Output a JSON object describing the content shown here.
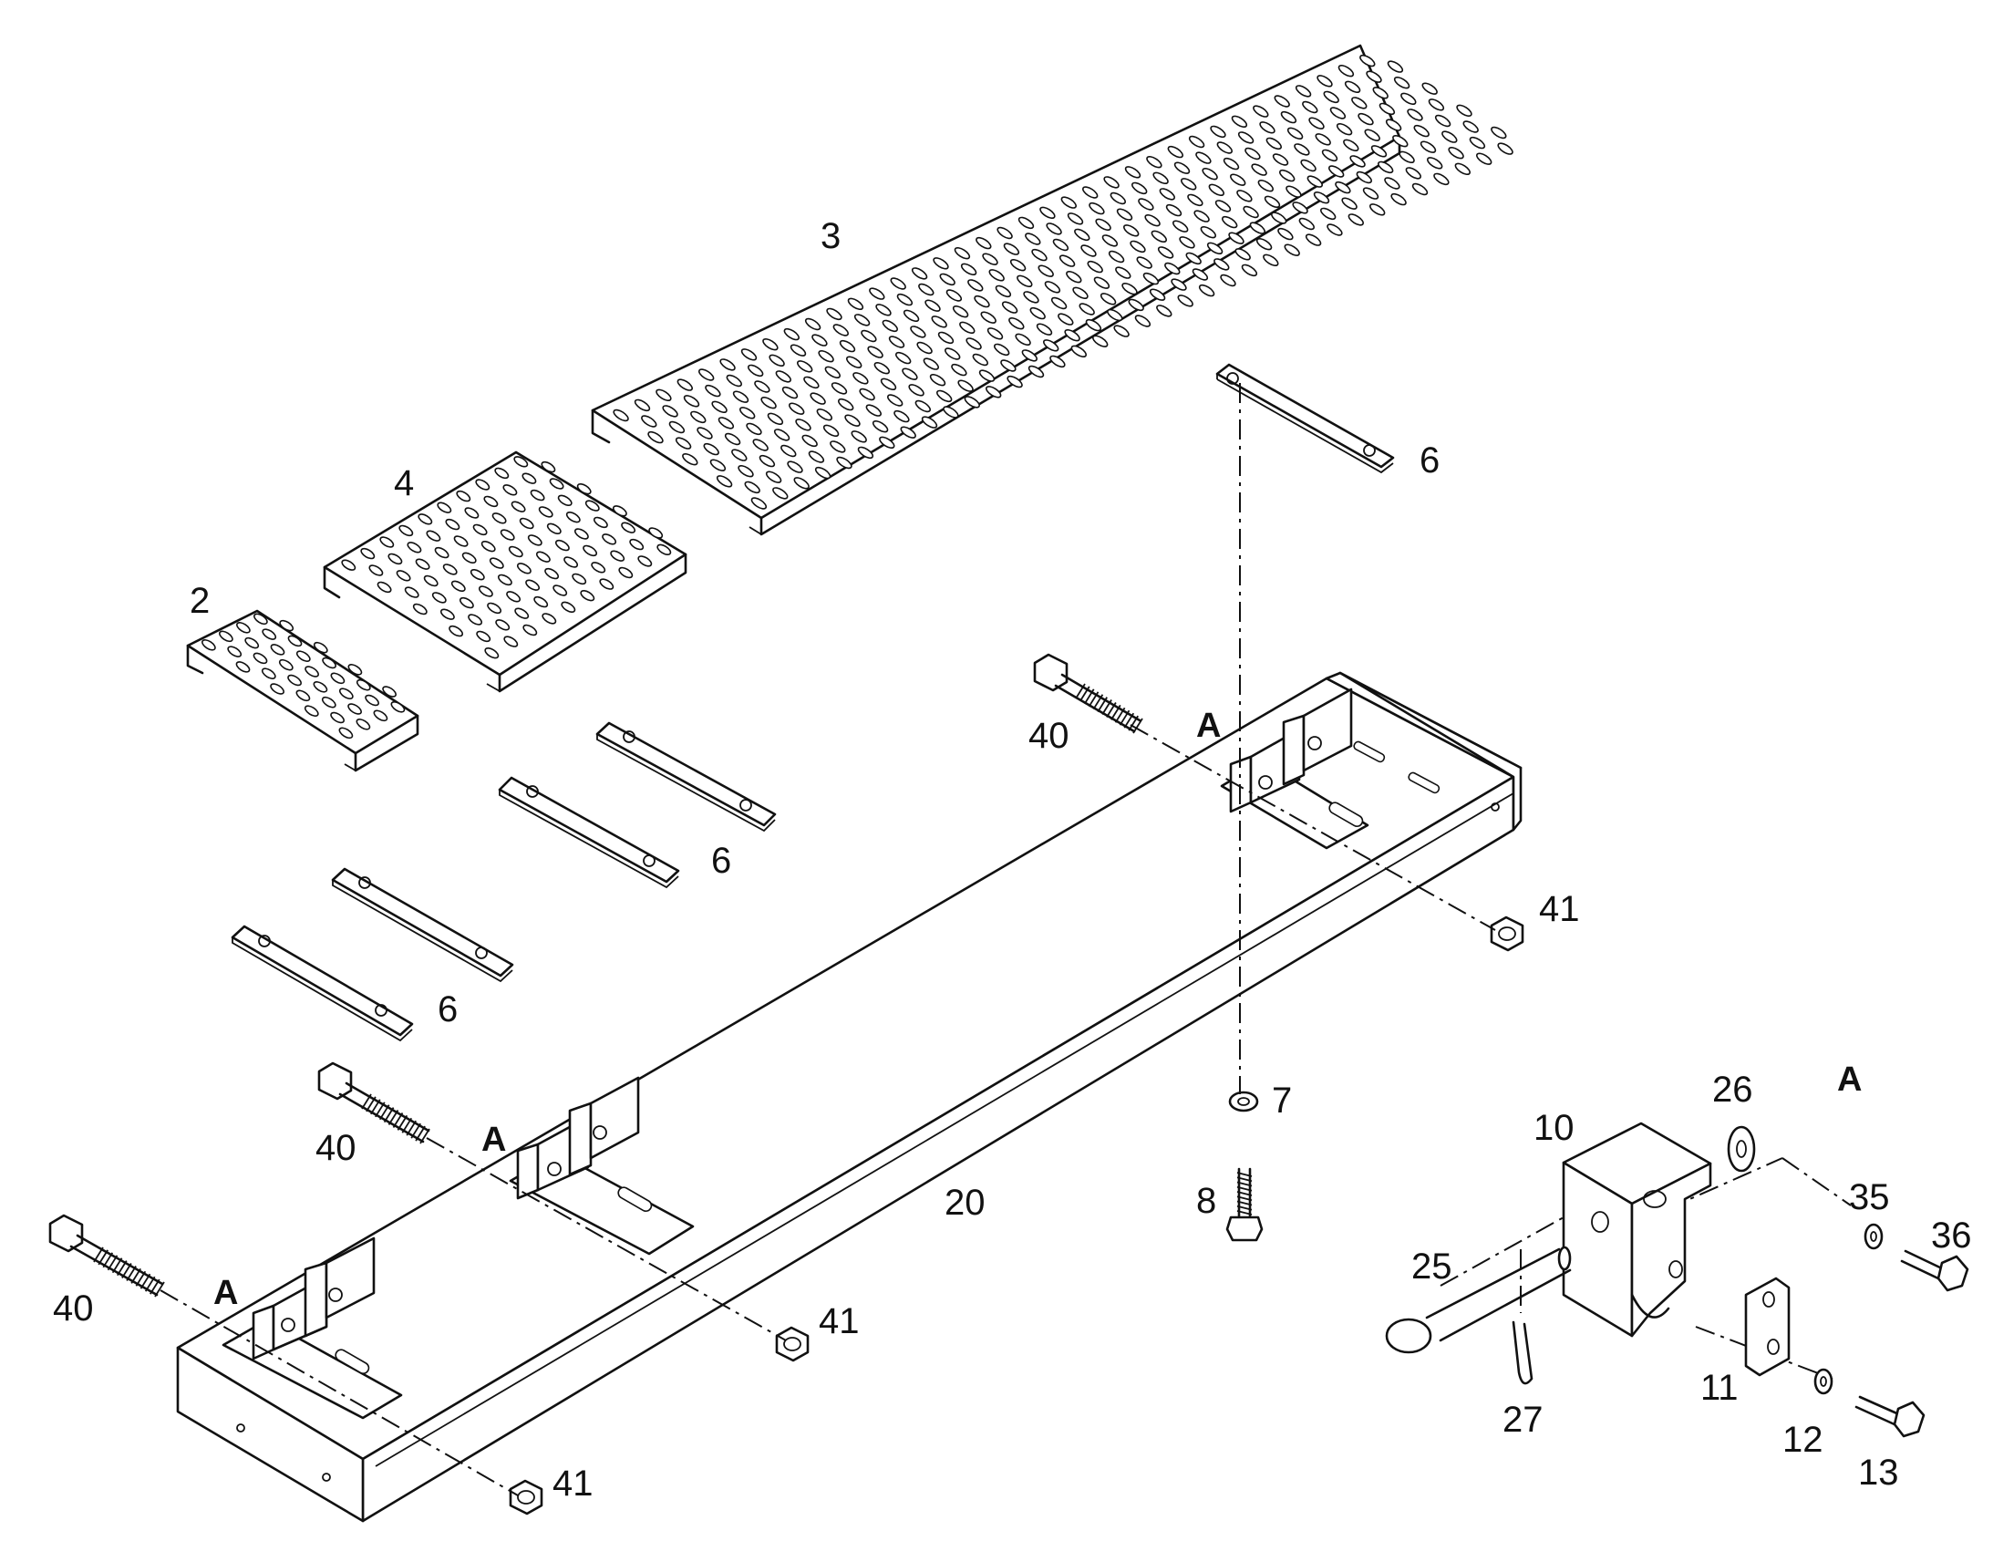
{
  "diagram": {
    "callouts": [
      {
        "id": "c-3",
        "text": "3",
        "bold": false
      },
      {
        "id": "c-4",
        "text": "4",
        "bold": false
      },
      {
        "id": "c-2",
        "text": "2",
        "bold": false
      },
      {
        "id": "c-6a",
        "text": "6",
        "bold": false
      },
      {
        "id": "c-6b",
        "text": "6",
        "bold": false
      },
      {
        "id": "c-6c",
        "text": "6",
        "bold": false
      },
      {
        "id": "c-40a",
        "text": "40",
        "bold": false
      },
      {
        "id": "c-40b",
        "text": "40",
        "bold": false
      },
      {
        "id": "c-40c",
        "text": "40",
        "bold": false
      },
      {
        "id": "c-41a",
        "text": "41",
        "bold": false
      },
      {
        "id": "c-41b",
        "text": "41",
        "bold": false
      },
      {
        "id": "c-41c",
        "text": "41",
        "bold": false
      },
      {
        "id": "c-Aa",
        "text": "A",
        "bold": true
      },
      {
        "id": "c-Ab",
        "text": "A",
        "bold": true
      },
      {
        "id": "c-Ac",
        "text": "A",
        "bold": true
      },
      {
        "id": "c-Ad",
        "text": "A",
        "bold": true
      },
      {
        "id": "c-7",
        "text": "7",
        "bold": false
      },
      {
        "id": "c-8",
        "text": "8",
        "bold": false
      },
      {
        "id": "c-20",
        "text": "20",
        "bold": false
      },
      {
        "id": "c-10",
        "text": "10",
        "bold": false
      },
      {
        "id": "c-26",
        "text": "26",
        "bold": false
      },
      {
        "id": "c-25",
        "text": "25",
        "bold": false
      },
      {
        "id": "c-27",
        "text": "27",
        "bold": false
      },
      {
        "id": "c-11",
        "text": "11",
        "bold": false
      },
      {
        "id": "c-12",
        "text": "12",
        "bold": false
      },
      {
        "id": "c-13",
        "text": "13",
        "bold": false
      },
      {
        "id": "c-35",
        "text": "35",
        "bold": false
      },
      {
        "id": "c-36",
        "text": "36",
        "bold": false
      }
    ],
    "colors": {
      "ink": "#111111",
      "paper": "#ffffff"
    }
  }
}
